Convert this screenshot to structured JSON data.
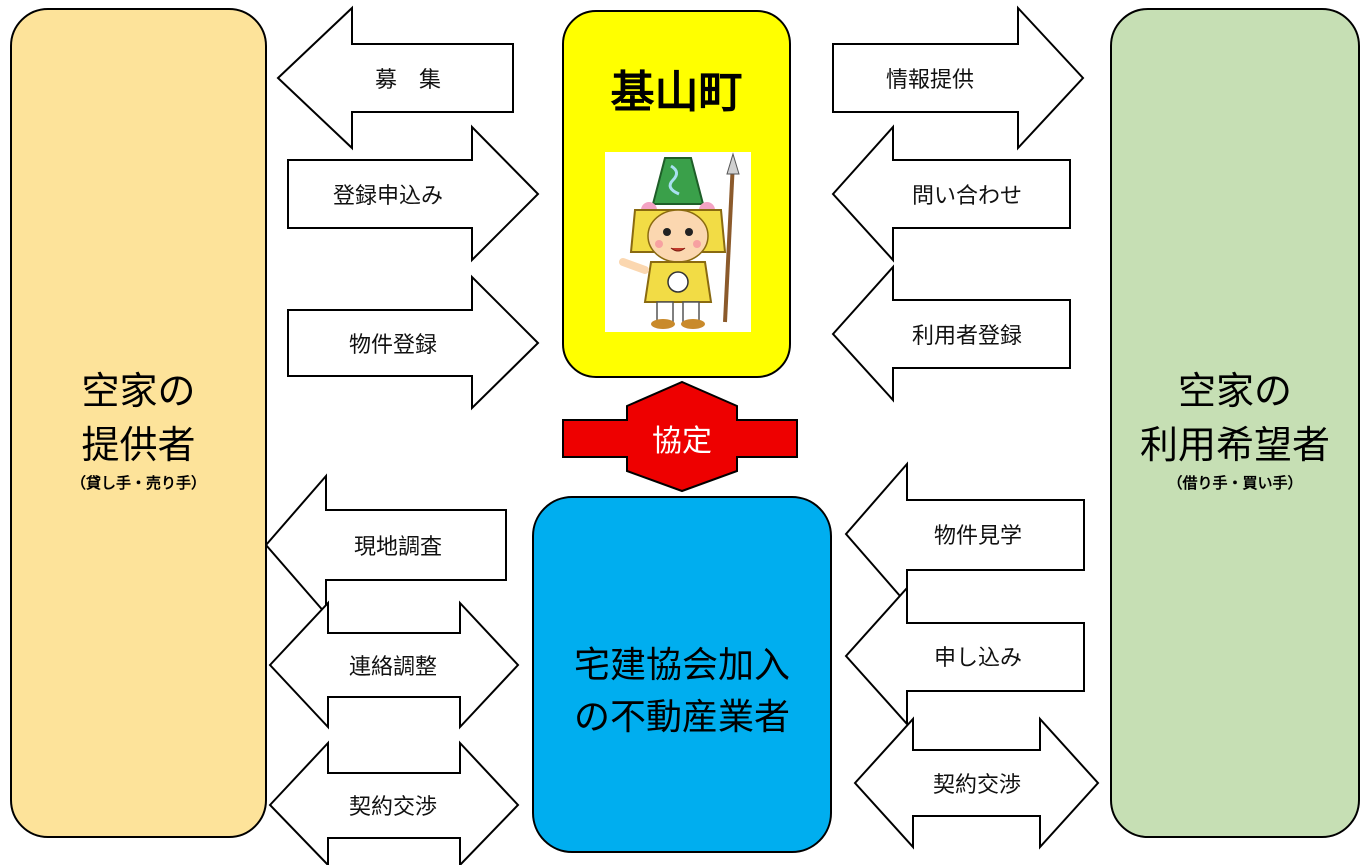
{
  "colors": {
    "provider": "#fde39a",
    "user": "#c6dfb4",
    "town": "#ffff00",
    "agent": "#00aeef",
    "agreement_arrow": "#ee0000",
    "agreement_text": "#ffffff",
    "arrow_fill": "#ffffff",
    "stroke": "#000000"
  },
  "provider": {
    "line1": "空家の",
    "line2": "提供者",
    "note": "（貸し手・売り手）"
  },
  "user": {
    "line1": "空家の",
    "line2": "利用希望者",
    "note": "（借り手・買い手）"
  },
  "town": {
    "name": "基山町",
    "mascot_icon": "mascot-character-icon"
  },
  "agreement": {
    "label": "協定"
  },
  "agent": {
    "line1": "宅建協会加入",
    "line2": "の不動産業者"
  },
  "flows": {
    "recruit": "募　集",
    "registration_application": "登録申込み",
    "property_registration": "物件登録",
    "information_provision": "情報提供",
    "inquiry": "問い合わせ",
    "user_registration": "利用者登録",
    "site_survey": "現地調査",
    "liaison": "連絡調整",
    "contract_negotiation_left": "契約交渉",
    "property_viewing": "物件見学",
    "application": "申し込み",
    "contract_negotiation_right": "契約交渉"
  }
}
